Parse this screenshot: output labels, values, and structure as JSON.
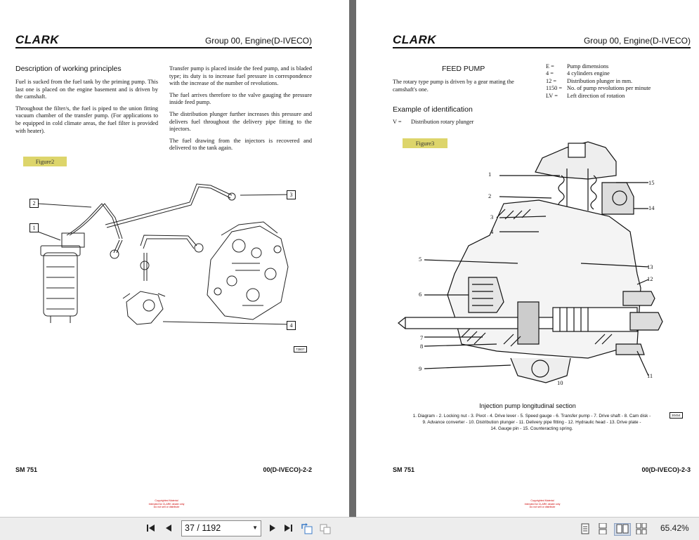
{
  "left_page": {
    "logo": "CLARK",
    "group_title": "Group 00, Engine(D-IVECO)",
    "section_title": "Description of working principles",
    "col1": [
      "Fuel is sucked from the fuel tank by the priming pump. This last one is placed on the engine basement and is driven by the camshaft.",
      "Throughout the filter/s, the fuel is piped to the union fitting vacuum chamber of the transfer pump. (For applications to be equipped in cold climate areas, the fuel filter is provided with heater)."
    ],
    "col2": [
      "Transfer pump is placed inside the feed pump, and is bladed type; its duty is to increase fuel pressure in correspondence with the increase of the number of revolutions.",
      "The fuel arrives therefore to the valve gauging the pressure inside feed pump.",
      "The distribution plunger further increases this pressure and delivers fuel throughout the delivery pipe fitting to the injectors.",
      "The fuel drawing from the injectors is recovered and delivered to the tank again."
    ],
    "figure_tag": "Figure2",
    "callouts": [
      "1",
      "2",
      "3",
      "4"
    ],
    "figure_id": "73807",
    "footer_left": "SM 751",
    "footer_right": "00(D-IVECO)-2-2",
    "copyright": [
      "Copyrighted Material",
      "Intended for CLARK dealer only",
      "Do not sell or distribute"
    ]
  },
  "right_page": {
    "logo": "CLARK",
    "group_title": "Group 00, Engine(D-IVECO)",
    "section_title": "FEED PUMP",
    "intro": "The rotary type pump is driven by a gear mating the camshaft's one.",
    "definitions": [
      {
        "key": "E =",
        "value": "Pump dimensions"
      },
      {
        "key": "4 =",
        "value": "4 cylinders engine"
      },
      {
        "key": "12 =",
        "value": "Distribution plunger in mm."
      },
      {
        "key": "1150 =",
        "value": "No. of pump revolutions per minute"
      },
      {
        "key": "LV =",
        "value": "Left direction of rotation"
      }
    ],
    "example_title": "Example of identification",
    "example_key": "V =",
    "example_value": "Distribution rotary plunger",
    "figure_tag": "Figure3",
    "callouts": [
      "1",
      "2",
      "3",
      "4",
      "5",
      "6",
      "7",
      "8",
      "9",
      "10",
      "11",
      "12",
      "13",
      "14",
      "15"
    ],
    "figure_caption": "Injection pump longitudinal section",
    "legend": [
      "1. Diagram - 2. Locking nut - 3. Pivot - 4. Drive lever - 5. Speed gauge - 6. Transfer pump - 7. Drive shaft - 8. Cam disk -",
      "9. Advance converter - 10. Distribution plunger - 11. Delivery pipe fitting - 12. Hydraulic head - 13. Drive plate -",
      "14. Gauge pin - 15. Counteracting spring."
    ],
    "figure_id": "30454",
    "footer_left": "SM 751",
    "footer_right": "00(D-IVECO)-2-3",
    "copyright": [
      "Copyrighted Material",
      "Intended for CLARK dealer only",
      "Do not sell or distribute"
    ]
  },
  "toolbar": {
    "page_value": "37 / 1192",
    "zoom": "65.42%",
    "icons": [
      "first-page-icon",
      "prev-page-icon",
      "next-page-icon",
      "last-page-icon",
      "rotate-icon",
      "fit-icon",
      "single-page-icon",
      "continuous-icon",
      "two-page-icon",
      "two-page-continuous-icon"
    ]
  }
}
